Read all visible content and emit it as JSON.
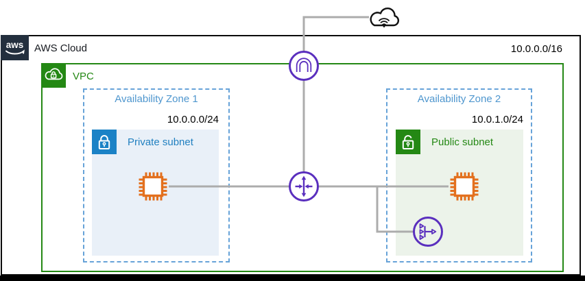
{
  "aws_cloud": {
    "logo_text": "aws",
    "label": "AWS Cloud",
    "cidr": "10.0.0.0/16"
  },
  "vpc": {
    "label": "VPC"
  },
  "availability_zones": [
    {
      "label": "Availability Zone 1",
      "cidr": "10.0.0.0/24",
      "subnet_label": "Private subnet",
      "subnet_type": "private"
    },
    {
      "label": "Availability Zone 2",
      "cidr": "10.0.1.0/24",
      "subnet_label": "Public subnet",
      "subnet_type": "public"
    }
  ],
  "icons": {
    "internet": "internet-cloud-icon",
    "internet_gateway": "internet-gateway-icon",
    "router": "router-icon",
    "nat_gateway": "nat-gateway-icon",
    "ec2_private": "ec2-instance-icon",
    "ec2_public": "ec2-instance-icon"
  },
  "colors": {
    "networking_purple": "#5A2FBE",
    "compute_orange": "#E3701E",
    "green": "#248814",
    "subnet_blue": "#1B82C6",
    "az_label_blue": "#4E96CE",
    "az_border_blue": "#66A2D8",
    "private_fill": "#E9F0F8",
    "public_fill": "#ECF3EA",
    "connector_gray": "#ACACAC",
    "navy": "#232F3E"
  }
}
